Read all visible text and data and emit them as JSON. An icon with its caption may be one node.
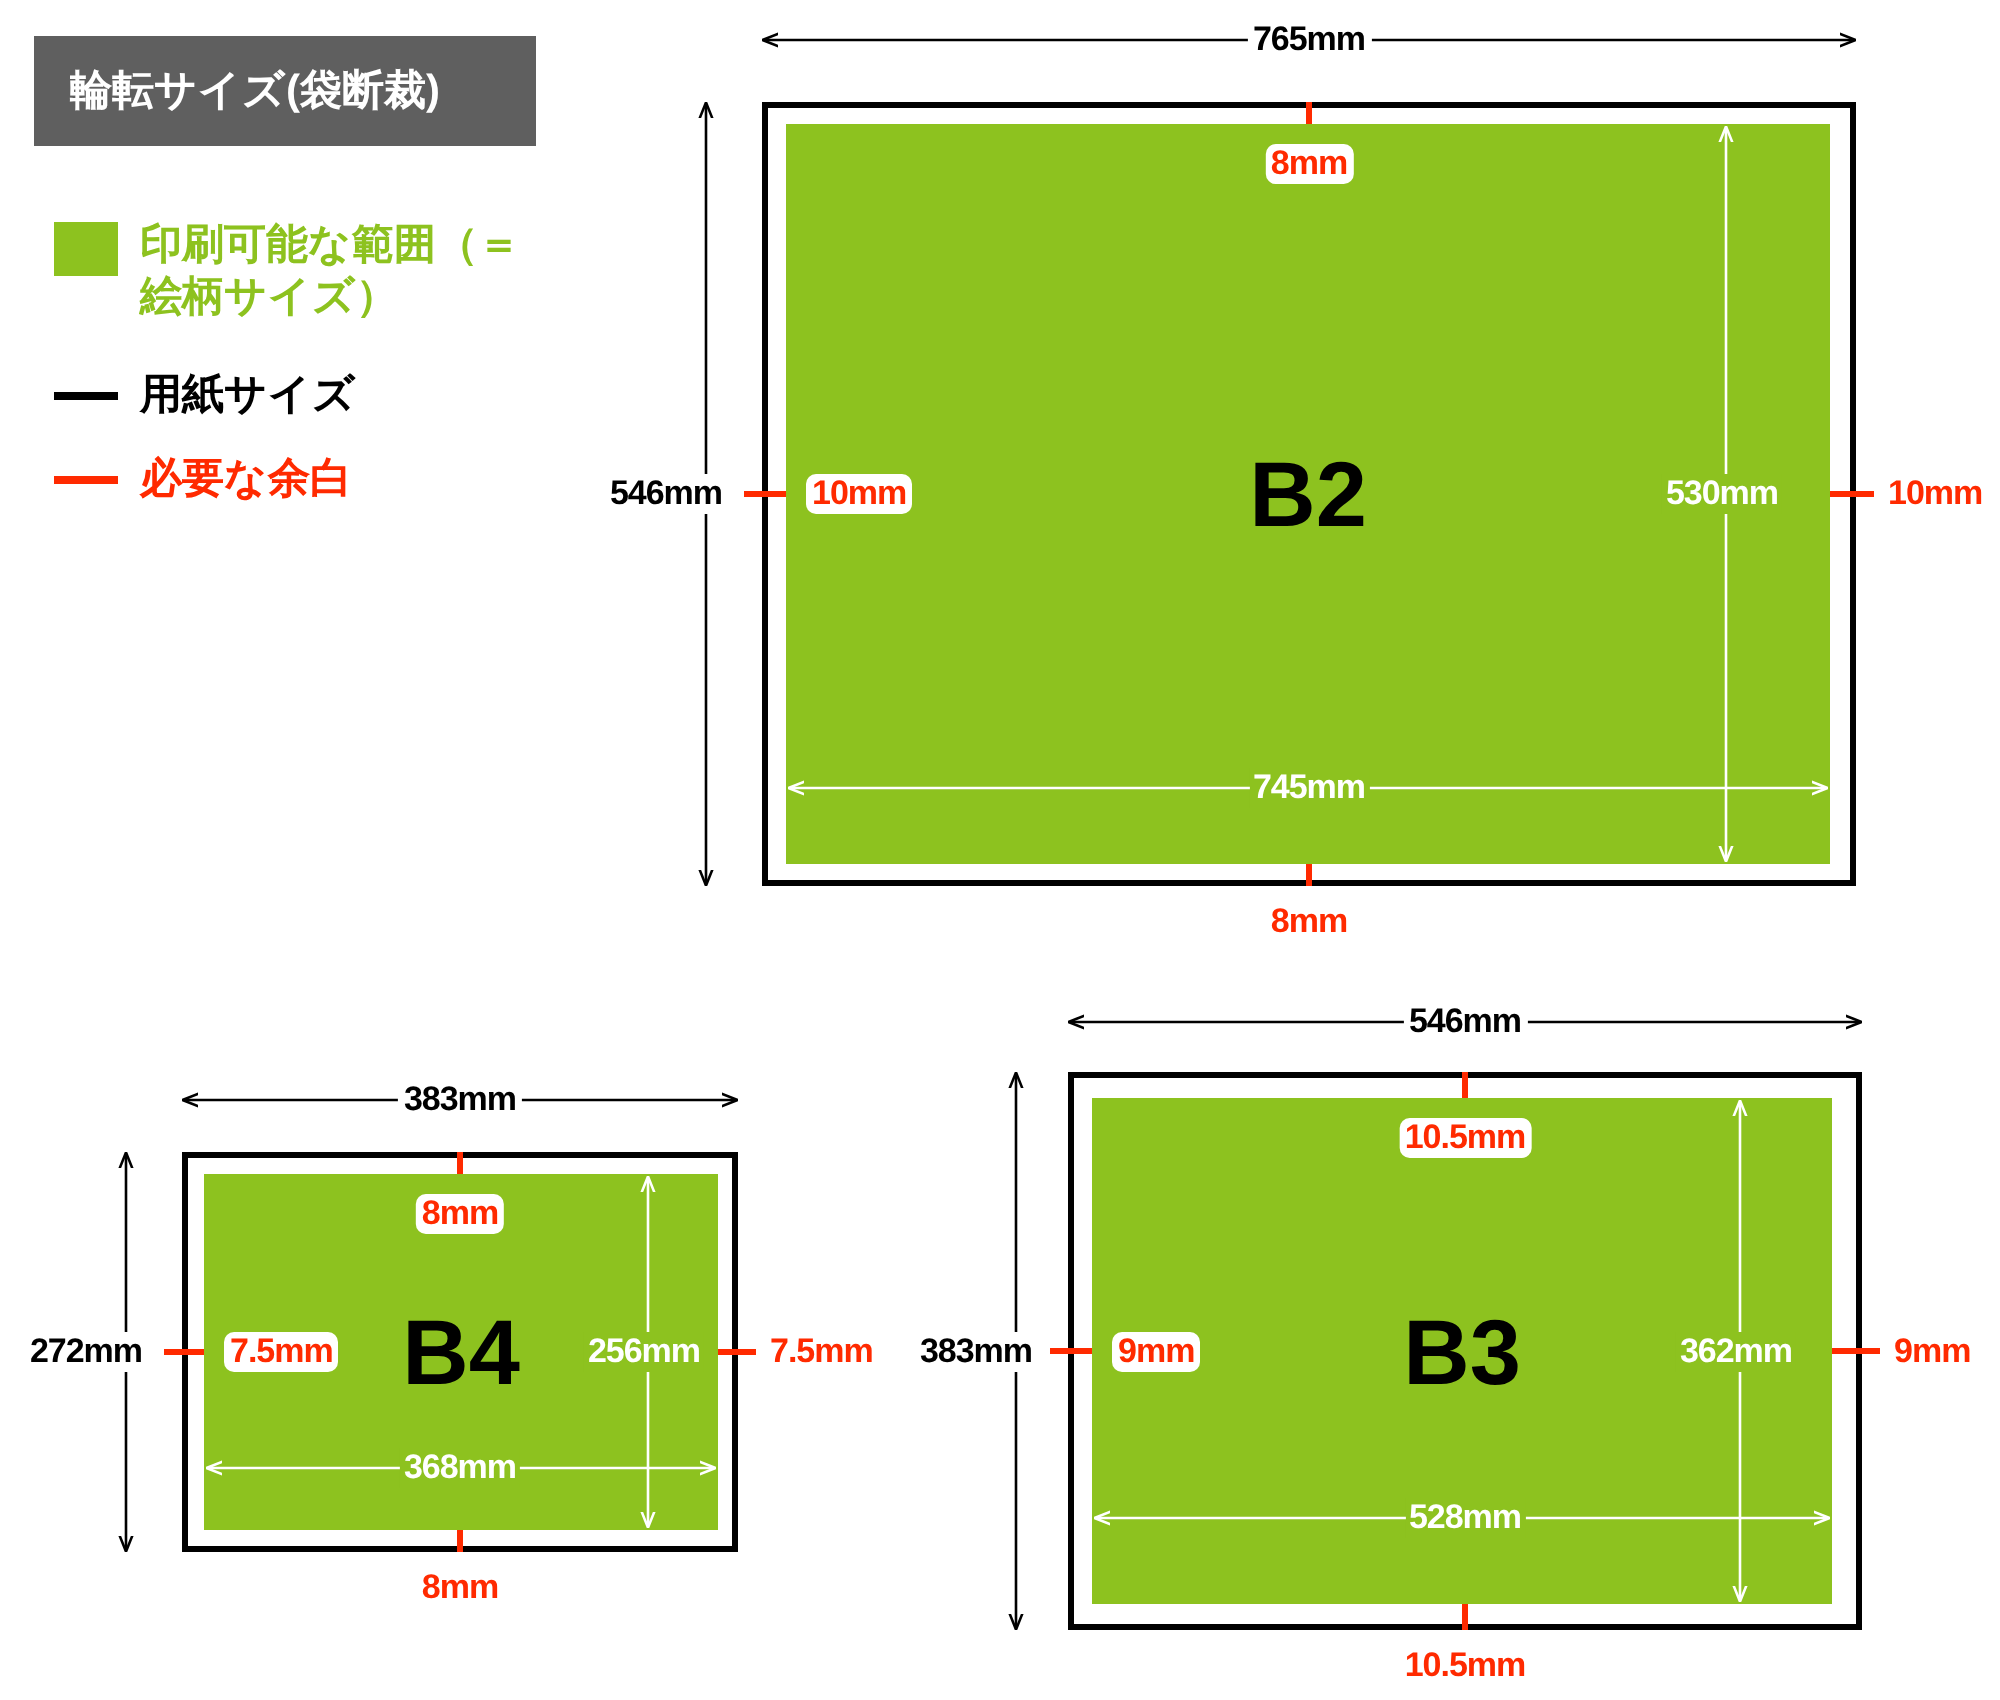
{
  "diagram": {
    "title": "輪転サイズ(袋断裁)",
    "nodes": [
      {
        "text": [],
        "shape": "box"
      },
      {
        "text": [
          "B2"
        ],
        "in": 0
      },
      {
        "text": [],
        "shape": "box"
      },
      {
        "text": [
          "B4"
        ],
        "in": 2
      },
      {
        "text": [],
        "shape": "box"
      },
      {
        "text": [
          "B3"
        ],
        "in": 4
      }
    ],
    "edges": [],
    "labels": [
      "765mm",
      "8mm",
      "546mm",
      "10mm",
      "530mm",
      "10mm",
      "745mm",
      "8mm",
      "383mm",
      "8mm",
      "272mm",
      "7.5mm",
      "256mm",
      "7.5mm",
      "368mm",
      "8mm",
      "546mm",
      "10.5mm",
      "383mm",
      "9mm",
      "362mm",
      "9mm",
      "528mm",
      "10.5mm"
    ],
    "legend": [
      {
        "text": "印刷可能な範囲（＝絵柄サイズ）",
        "color": "#8dc21f"
      },
      {
        "text": "用紙サイズ"
      },
      {
        "text": "必要な余白"
      }
    ]
  }
}
